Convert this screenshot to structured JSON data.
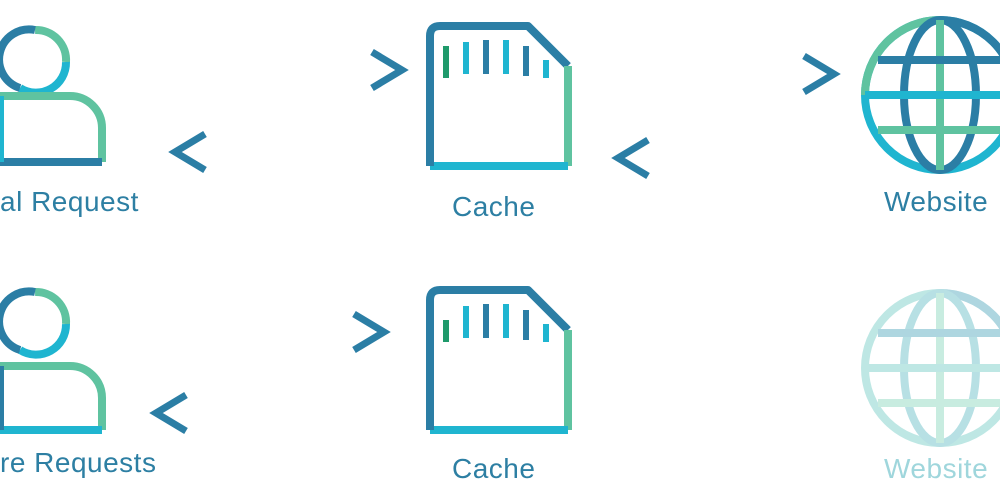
{
  "rows": [
    {
      "user_label": "al Request",
      "cache_label": "Cache",
      "website_label": "Website"
    },
    {
      "user_label": "re Requests",
      "cache_label": "Cache",
      "website_label": "Website"
    }
  ],
  "icons": {
    "user": "user-icon",
    "cache": "sd-card-icon",
    "website": "globe-icon"
  },
  "colors": {
    "dark_blue": "#2b7ea5",
    "cyan": "#1fb5d0",
    "green": "#5fc3a0",
    "dark_green": "#1f9a6b",
    "faded_globe": "#a9e0dc",
    "faded_text": "#9fd6dc"
  }
}
